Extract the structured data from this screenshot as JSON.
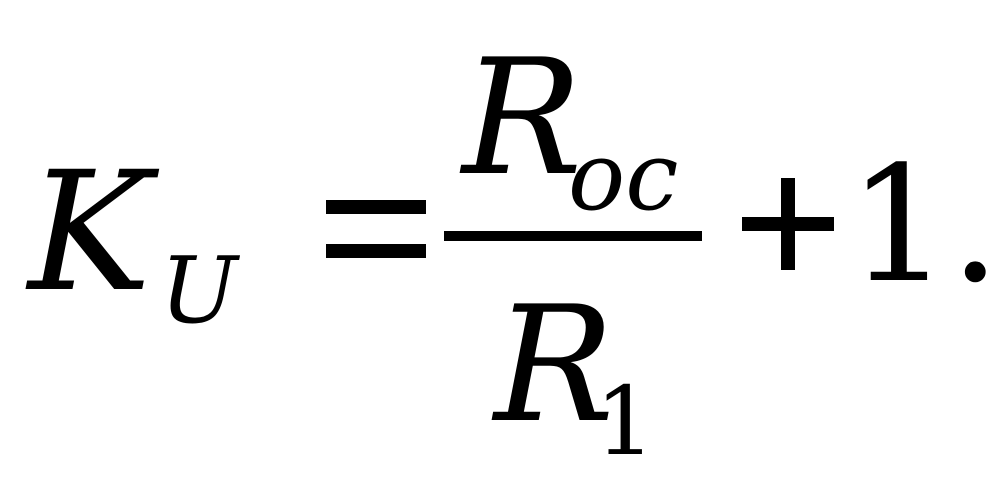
{
  "formula": {
    "lhs_symbol": "K",
    "lhs_subscript": "U",
    "equals": "=",
    "numerator_symbol": "R",
    "numerator_subscript": "oc",
    "denominator_symbol": "R",
    "denominator_subscript": "1",
    "operator": "+",
    "constant": "1."
  }
}
